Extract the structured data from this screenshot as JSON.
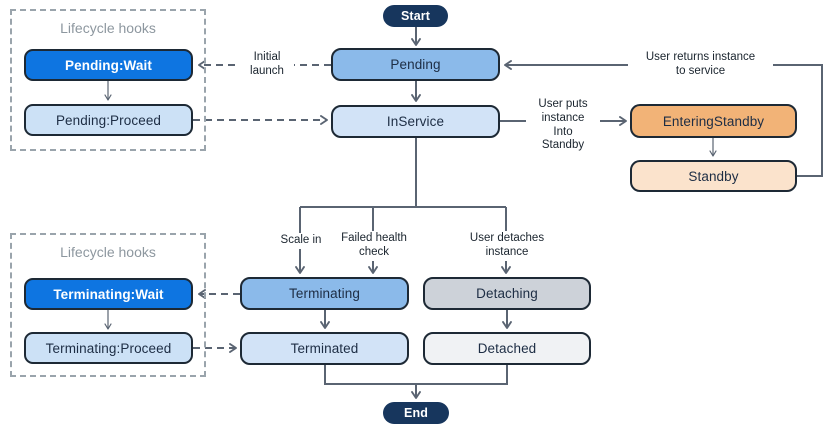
{
  "colors": {
    "terminal_pill_navy": "#17365D",
    "hook_wait_blue": "#0E75E1",
    "state_medium_blue": "#8BBAEA",
    "state_light_blue": "#D2E3F7",
    "standby_orange": "#F2B377",
    "standby_light_orange": "#FBE3CC",
    "detach_gray": "#CDD2D9",
    "detach_light_gray": "#F0F2F4",
    "node_border": "#1D2935",
    "connector_gray": "#5A6472",
    "hook_container_dash_gray": "#9AA4AC",
    "hook_title_gray": "#8D979F",
    "background": "#FFFFFF"
  },
  "nodes": {
    "start": "Start",
    "pending": "Pending",
    "inservice": "InService",
    "entering_standby": "EnteringStandby",
    "standby": "Standby",
    "terminating": "Terminating",
    "terminated": "Terminated",
    "detaching": "Detaching",
    "detached": "Detached",
    "end": "End"
  },
  "hook_groups": {
    "pending": {
      "title": "Lifecycle hooks",
      "wait": "Pending:Wait",
      "proceed": "Pending:Proceed"
    },
    "terminating": {
      "title": "Lifecycle hooks",
      "wait": "Terminating:Wait",
      "proceed": "Terminating:Proceed"
    }
  },
  "edge_labels": {
    "initial_launch": "Initial\nlaunch",
    "user_returns": "User returns instance\nto service",
    "user_puts_standby": "User puts\ninstance\nInto\nStandby",
    "scale_in": "Scale in",
    "failed_health_check": "Failed health\ncheck",
    "user_detaches": "User detaches\ninstance"
  }
}
